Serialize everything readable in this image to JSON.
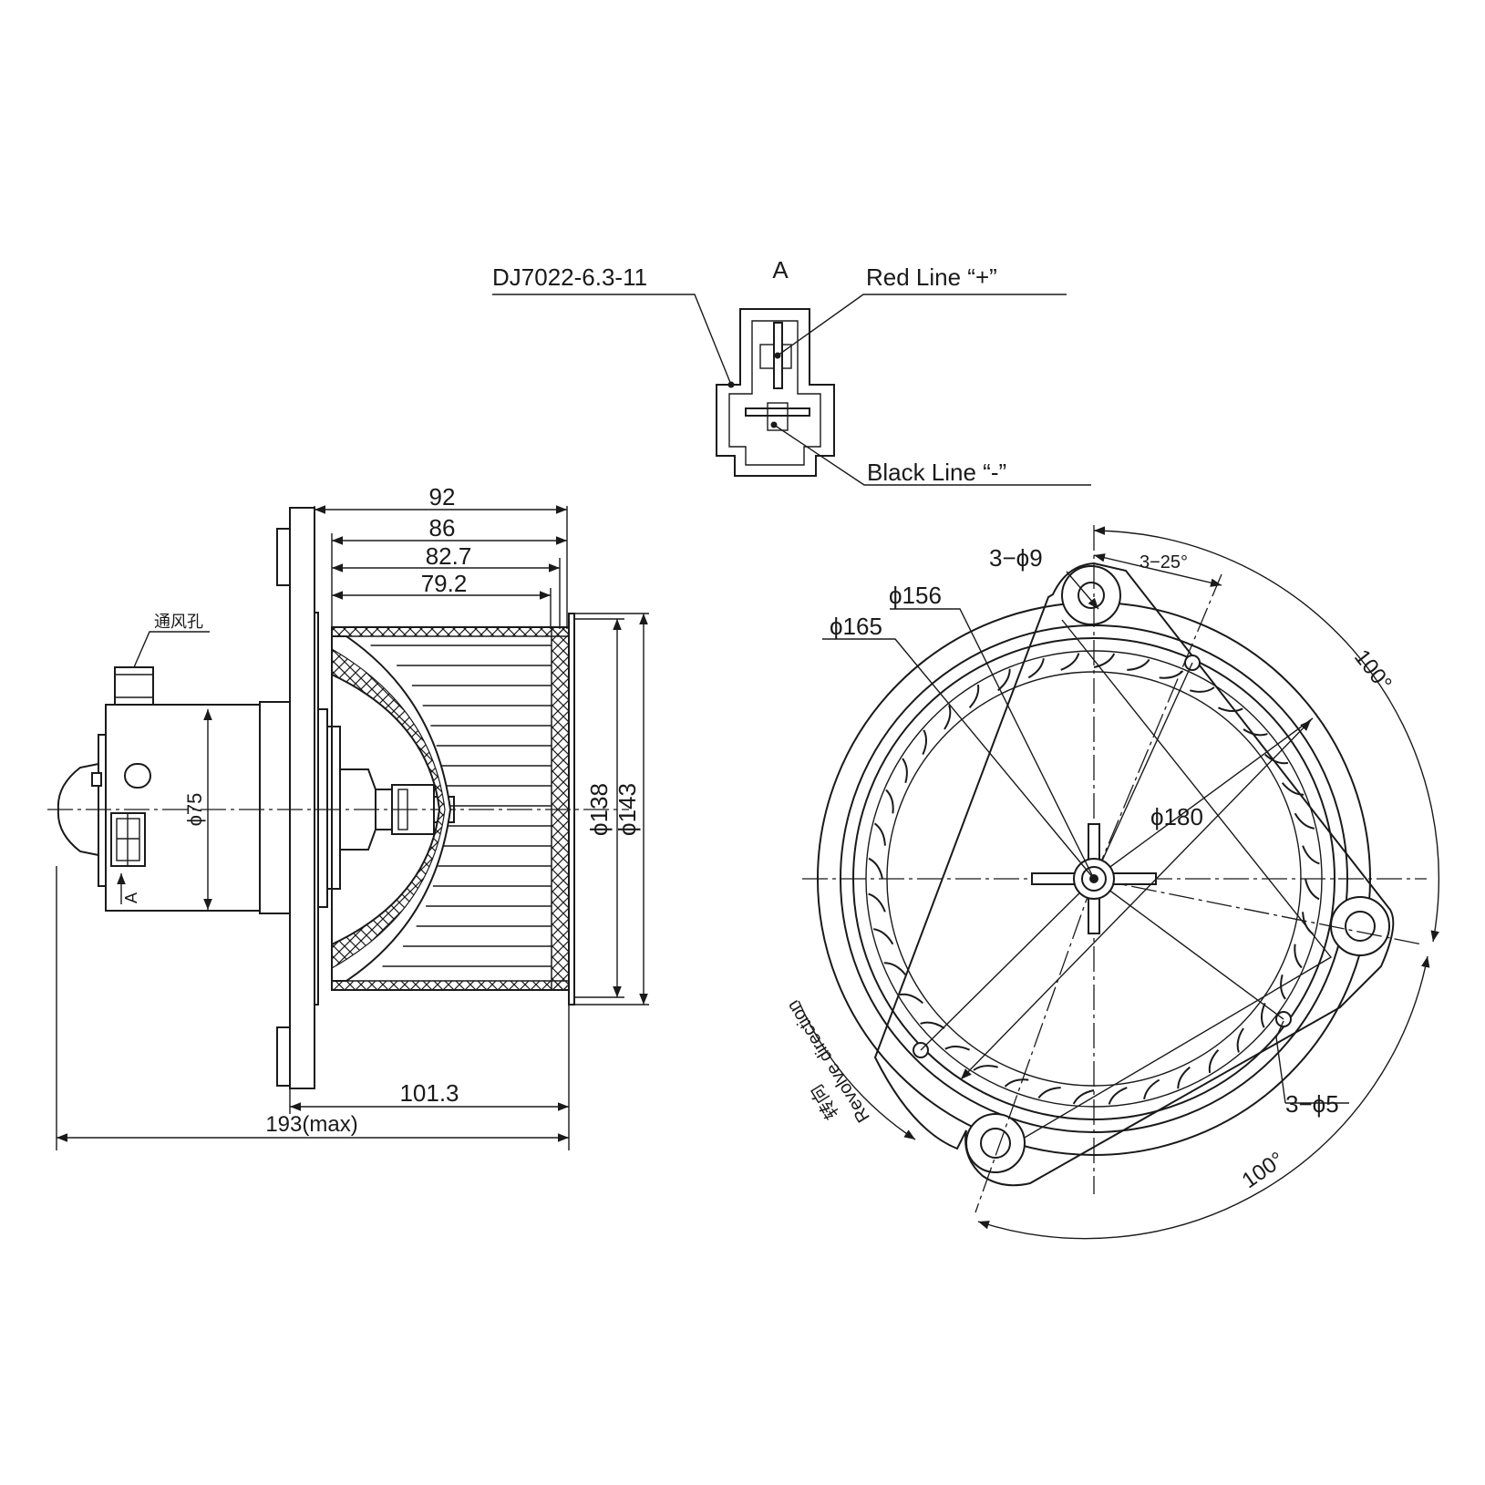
{
  "connector": {
    "view_label": "A",
    "part_number": "DJ7022-6.3-11",
    "red_line": "Red Line “+”",
    "black_line": "Black Line “-”"
  },
  "side_view": {
    "dims_top": [
      "92",
      "86",
      "82.7",
      "79.2"
    ],
    "vent_label": "通风孔",
    "motor_dia": "ϕ75",
    "wheel_dia_inner": "ϕ138",
    "wheel_dia_outer": "ϕ143",
    "flange_to_end": "101.3",
    "overall_length": "193(max)",
    "section_mark": "A"
  },
  "front_view": {
    "mount_holes": "3−ϕ9",
    "hole_angle": "3−25°",
    "dia_156": "ϕ156",
    "dia_165": "ϕ165",
    "dia_180": "ϕ180",
    "angle_upper": "100°",
    "angle_lower": "100°",
    "small_holes": "3−ϕ5",
    "revolve_cn": "转向",
    "revolve_en": "Revolve direction"
  }
}
